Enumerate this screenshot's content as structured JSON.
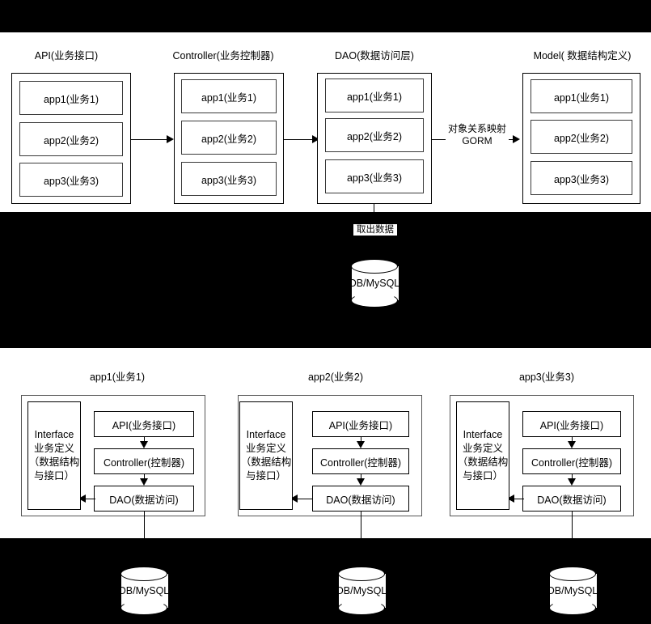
{
  "diagram": {
    "top_section": {
      "columns": [
        {
          "title": "API(业务接口)",
          "items": [
            "app1(业务1)",
            "app2(业务2)",
            "app3(业务3)"
          ]
        },
        {
          "title": "Controller(业务控制器)",
          "items": [
            "app1(业务1)",
            "app2(业务2)",
            "app3(业务3)"
          ]
        },
        {
          "title": "DAO(数据访问层)",
          "items": [
            "app1(业务1)",
            "app2(业务2)",
            "app3(业务3)"
          ]
        },
        {
          "title": "Model( 数据结构定义)",
          "items": [
            "app1(业务1)",
            "app2(业务2)",
            "app3(业务3)"
          ]
        }
      ],
      "orm_label_line1": "对象关系映射",
      "orm_label_line2": "GORM"
    },
    "middle_section": {
      "fetch_label": "取出数据",
      "database_label": "DB/MySQL"
    },
    "bottom_section": {
      "groups": [
        {
          "title": "app1(业务1)",
          "interface_lines": [
            "Interface",
            "业务定义",
            "（数据结构",
            "与接口）"
          ],
          "layers": [
            "API(业务接口)",
            "Controller(控制器)",
            "DAO(数据访问)"
          ],
          "database_label": "DB/MySQL"
        },
        {
          "title": "app2(业务2)",
          "interface_lines": [
            "Interface",
            "业务定义",
            "（数据结构",
            "与接口）"
          ],
          "layers": [
            "API(业务接口)",
            "Controller(控制器)",
            "DAO(数据访问)"
          ],
          "database_label": "DB/MySQL"
        },
        {
          "title": "app3(业务3)",
          "interface_lines": [
            "Interface",
            "业务定义",
            "（数据结构",
            "与接口）"
          ],
          "layers": [
            "API(业务接口)",
            "Controller(控制器)",
            "DAO(数据访问)"
          ],
          "database_label": "DB/MySQL"
        }
      ]
    },
    "colors": {
      "background": "#000000",
      "panel": "#ffffff",
      "stroke": "#000000"
    }
  }
}
